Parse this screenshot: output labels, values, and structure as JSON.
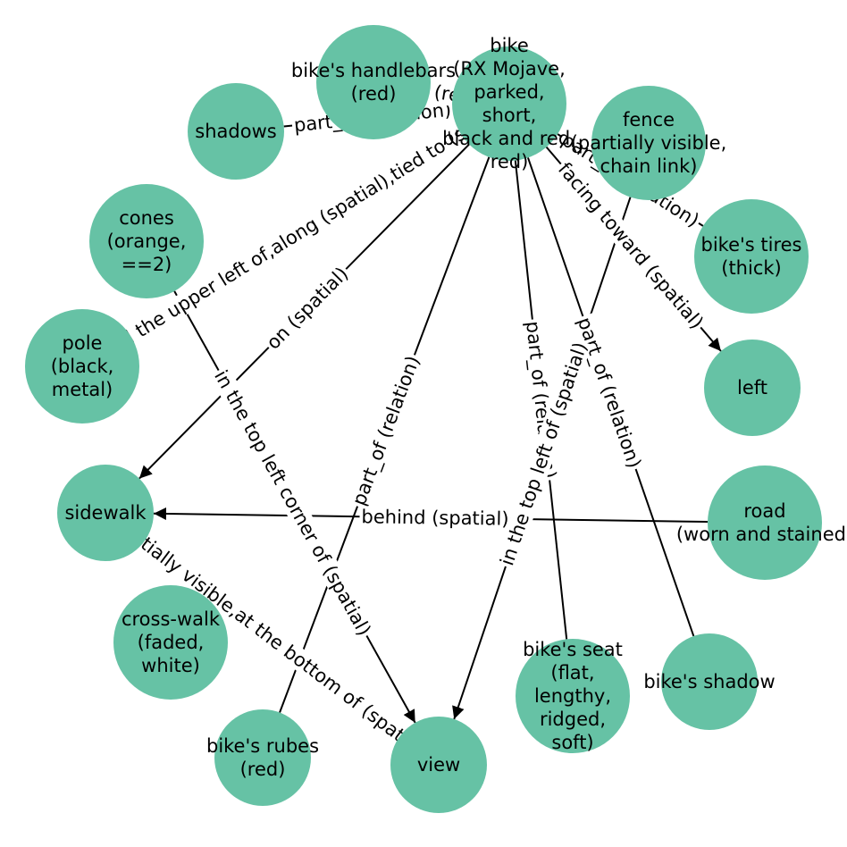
{
  "colors": {
    "node_fill": "#66c2a5",
    "edge": "#000000",
    "text": "#000000",
    "background": "#ffffff"
  },
  "nodes": [
    {
      "id": "bike",
      "lines": [
        "bike",
        "(RX Mojave,",
        "parked,",
        "short,",
        "black and red,",
        "red)"
      ]
    },
    {
      "id": "handlebars",
      "lines": [
        "bike's handlebars",
        "(red)"
      ]
    },
    {
      "id": "shadows",
      "lines": [
        "shadows"
      ]
    },
    {
      "id": "fence",
      "lines": [
        "fence",
        "(partially visible,",
        "chain link)"
      ]
    },
    {
      "id": "tires",
      "lines": [
        "bike's tires",
        "(thick)"
      ]
    },
    {
      "id": "cones",
      "lines": [
        "cones",
        "(orange,",
        "==2)"
      ]
    },
    {
      "id": "pole",
      "lines": [
        "pole",
        "(black,",
        "metal)"
      ]
    },
    {
      "id": "left",
      "lines": [
        "left"
      ]
    },
    {
      "id": "sidewalk",
      "lines": [
        "sidewalk"
      ]
    },
    {
      "id": "road",
      "lines": [
        "road",
        "(worn and stained)"
      ]
    },
    {
      "id": "crosswalk",
      "lines": [
        "cross-walk",
        "(faded,",
        "white)"
      ]
    },
    {
      "id": "seat",
      "lines": [
        "bike's seat",
        "(flat,",
        "lengthy,",
        "ridged,",
        "soft)"
      ]
    },
    {
      "id": "bikeshadow",
      "lines": [
        "bike's shadow"
      ]
    },
    {
      "id": "rubes",
      "lines": [
        "bike's rubes",
        "(red)"
      ]
    },
    {
      "id": "view",
      "lines": [
        "view"
      ]
    }
  ],
  "edges": [
    {
      "id": "shadows-bike",
      "source": "shadows",
      "target": "bike",
      "label": "part_of (relation)",
      "arrow": false
    },
    {
      "id": "handlebars-bike",
      "source": "handlebars",
      "target": "bike",
      "label": "part_of (relation)",
      "arrow": false
    },
    {
      "id": "bike-pole",
      "source": "bike",
      "target": "pole",
      "label": "toward the upper left of,along (spatial),tied to (spatial)",
      "arrow": true
    },
    {
      "id": "bike-sidewalk",
      "source": "bike",
      "target": "sidewalk",
      "label": "on (spatial)",
      "arrow": true
    },
    {
      "id": "bike-rubes",
      "source": "rubes",
      "target": "bike",
      "label": "part_of (relation)",
      "arrow": false
    },
    {
      "id": "bike-seat",
      "source": "seat",
      "target": "bike",
      "label": "part_of (relation)",
      "arrow": false
    },
    {
      "id": "bike-bikeshadow",
      "source": "bikeshadow",
      "target": "bike",
      "label": "part_of (relation)",
      "arrow": false
    },
    {
      "id": "bike-left",
      "source": "bike",
      "target": "left",
      "label": "facing toward (spatial)",
      "arrow": true
    },
    {
      "id": "tires-bike",
      "source": "tires",
      "target": "bike",
      "label": "part_of (relation)",
      "arrow": false
    },
    {
      "id": "fence-view",
      "source": "fence",
      "target": "view",
      "label": "in the top left of (spatial)",
      "arrow": true
    },
    {
      "id": "cones-view",
      "source": "cones",
      "target": "view",
      "label": "in the top left corner of (spatial)",
      "arrow": true
    },
    {
      "id": "road-sidewalk",
      "source": "road",
      "target": "sidewalk",
      "label": "behind (spatial)",
      "arrow": true
    },
    {
      "id": "sidewalk-view",
      "source": "sidewalk",
      "target": "view",
      "label": "partially visible,at the bottom of (spatial)",
      "arrow": true
    }
  ]
}
